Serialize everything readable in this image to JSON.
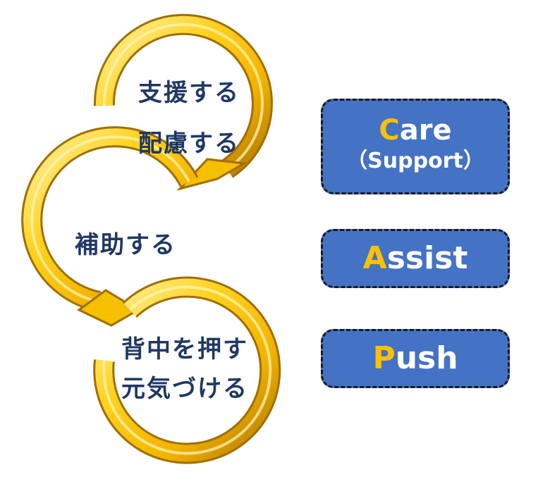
{
  "labels": {
    "support": "支援する",
    "consider": "配慮する",
    "assist": "補助する",
    "push_back": "背中を押す",
    "encourage": "元気づける"
  },
  "boxes": {
    "care": {
      "initial": "C",
      "rest": "are",
      "sub": "（Support）"
    },
    "assist": {
      "initial": "A",
      "rest": "ssist"
    },
    "push": {
      "initial": "P",
      "rest": "ush"
    }
  },
  "colors": {
    "arrow_gold": "#ffc000",
    "arrow_highlight": "#fff2a0",
    "arrow_shadow": "#b07800",
    "text_navy": "#1f3864",
    "box_fill": "#4472c4",
    "box_accent": "#ffc000"
  }
}
